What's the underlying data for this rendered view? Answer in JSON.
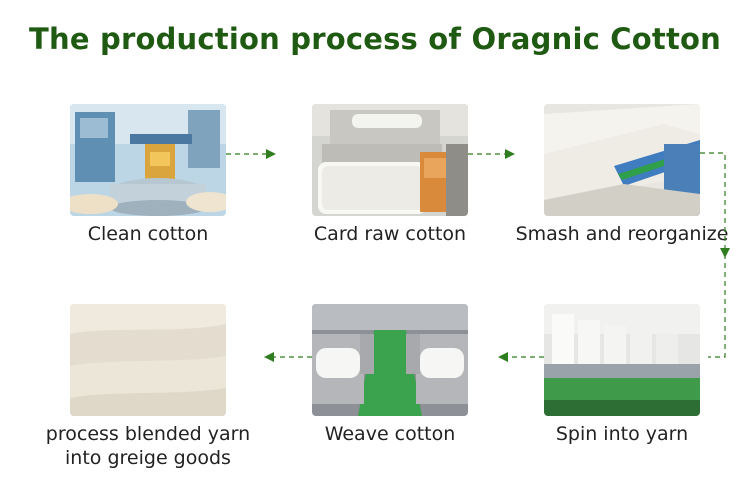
{
  "title": "The production process of Oragnic Cotton",
  "colors": {
    "title": "#1f5a12",
    "arrow": "#2f7d1f",
    "label": "#222222"
  },
  "steps": [
    {
      "label": "Clean cotton",
      "image": "cotton-cleaning-machine-photo"
    },
    {
      "label": "Card raw cotton",
      "image": "carding-machine-photo"
    },
    {
      "label": "Smash and reorganize",
      "image": "cotton-web-conveyor-photo"
    },
    {
      "label": "Spin into yarn",
      "image": "spinning-frame-photo"
    },
    {
      "label": "Weave cotton",
      "image": "weaving-looms-photo"
    },
    {
      "label_line1": "process blended yarn",
      "label_line2": "into greige goods",
      "image": "greige-fabric-photo"
    }
  ]
}
